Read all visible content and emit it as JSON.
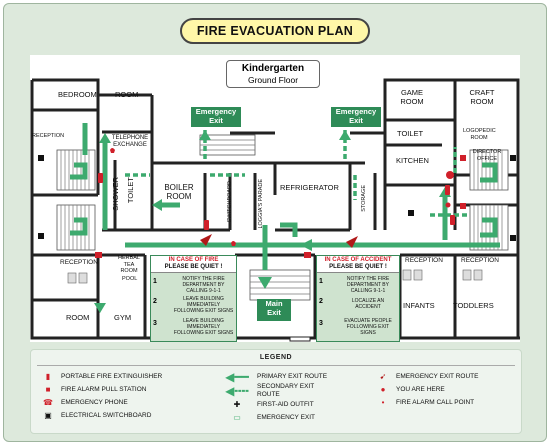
{
  "title": "FIRE EVACUATION PLAN",
  "building": {
    "name": "Kindergarten",
    "floor": "Ground Floor"
  },
  "rooms": {
    "bedroom": "BEDROOM",
    "room_top": "ROOM",
    "reception_tl": "RECEPTION",
    "telephone_exchange": "TELEPHONE EXCHANGE",
    "shower": "SHOWER",
    "toilet_l": "TOILET",
    "boiler_room": "BOILER ROOM",
    "switchboard": "SWITCHBOARD",
    "loggia": "LOGGIA'S PARADE",
    "refrigerator": "REFRIGERATOR",
    "storage": "STORAGE",
    "game_room": "GAME ROOM",
    "craft_room": "CRAFT ROOM",
    "toilet_r": "TOILET",
    "logopedic": "LOGOPEDIC ROOM",
    "director_office": "DIRECTOR OFFICE",
    "kitchen": "KITCHEN",
    "reception_bl": "RECEPTION",
    "herbal_tea": "HERBAL TEA ROOM",
    "pool": "POOL",
    "room_bl": "ROOM",
    "gym": "GYM",
    "reception_infants": "RECEPTION",
    "reception_toddlers": "RECEPTION",
    "infants": "INFANTS",
    "toddlers": "TODDLERS"
  },
  "exits": {
    "emergency": "Emergency Exit",
    "main": "Main Exit"
  },
  "fire_panel": {
    "heading": "IN CASE OF FIRE",
    "subheading": "PLEASE BE QUIET !",
    "steps": [
      {
        "num": "1",
        "text": "NOTIFY THE FIRE DEPARTMENT BY CALLING 9-1-1"
      },
      {
        "num": "2",
        "text": "LEAVE BUILDING IMMEDIATELY FOLLOWING EXIT SIGNS"
      },
      {
        "num": "3",
        "text": "LEAVE BUILDING IMMEDIATELY FOLLOWING EXIT SIGNS"
      }
    ]
  },
  "accident_panel": {
    "heading": "IN CASE OF ACCIDENT",
    "subheading": "PLEASE BE QUIET !",
    "steps": [
      {
        "num": "1",
        "text": "NOTIFY THE FIRE DEPARTMENT BY CALLING 9-1-1"
      },
      {
        "num": "2",
        "text": "LOCALIZE AN ACCIDENT"
      },
      {
        "num": "3",
        "text": "EVACUATE PEOPLE FOLLOWING EXIT SIGNS"
      }
    ]
  },
  "legend": {
    "title": "LEGEND",
    "items": [
      {
        "icon": "fire-extinguisher-icon",
        "label": "PORTABLE FIRE EXTINGUISHER"
      },
      {
        "icon": "alarm-pull-station-icon",
        "label": "FIRE ALARM PULL STATION"
      },
      {
        "icon": "phone-icon",
        "label": "EMERGENCY PHONE"
      },
      {
        "icon": "switchboard-icon",
        "label": "ELECTRICAL SWITCHBOARD"
      },
      {
        "icon": "primary-route-arrow-icon",
        "label": "PRIMARY EXIT ROUTE"
      },
      {
        "icon": "secondary-route-arrow-icon",
        "label": "SECONDARY EXIT ROUTE"
      },
      {
        "icon": "first-aid-icon",
        "label": "FIRST-AID OUTFIT"
      },
      {
        "icon": "emergency-exit-sign-icon",
        "label": "EMERGENCY EXIT"
      },
      {
        "icon": "emergency-exit-route-icon",
        "label": "EMERGENCY EXIT ROUTE"
      },
      {
        "icon": "you-are-here-icon",
        "label": "YOU ARE HERE"
      },
      {
        "icon": "call-point-icon",
        "label": "FIRE ALARM CALL POINT"
      }
    ]
  },
  "colors": {
    "route": "#3daa6e",
    "red": "#d0202a",
    "panel": "#cfe3cf",
    "title_bg": "#fff7a8"
  }
}
